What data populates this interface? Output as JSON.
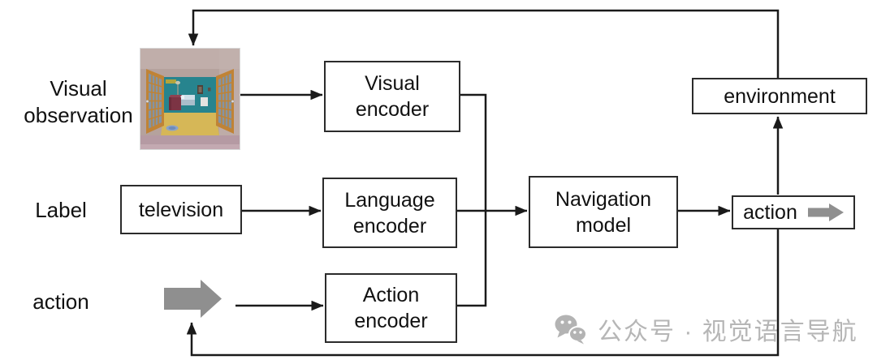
{
  "figure": {
    "row_labels": {
      "visual_observation": "Visual\nobservation",
      "label": "Label",
      "action": "action"
    },
    "nodes": {
      "visual_encoder": "Visual\nencoder",
      "language_encoder": "Language\nencoder",
      "action_encoder": "Action\nencoder",
      "navigation_model": "Navigation\nmodel",
      "television": "television",
      "action_output": "action",
      "environment": "environment"
    },
    "icons": {
      "room_scene": "room-scene-image",
      "gray_action_arrow": "gray-arrow-right-icon",
      "watermark_logo": "wechat-icon"
    }
  },
  "watermark": {
    "text": "公众号 · 视觉语言导航"
  },
  "colors": {
    "line": "#1a1a1a",
    "box_border": "#2b2b2b",
    "box_fill": "#ffffff",
    "gray_arrow": "#8f8f8f",
    "watermark": "#b6b6b6"
  }
}
